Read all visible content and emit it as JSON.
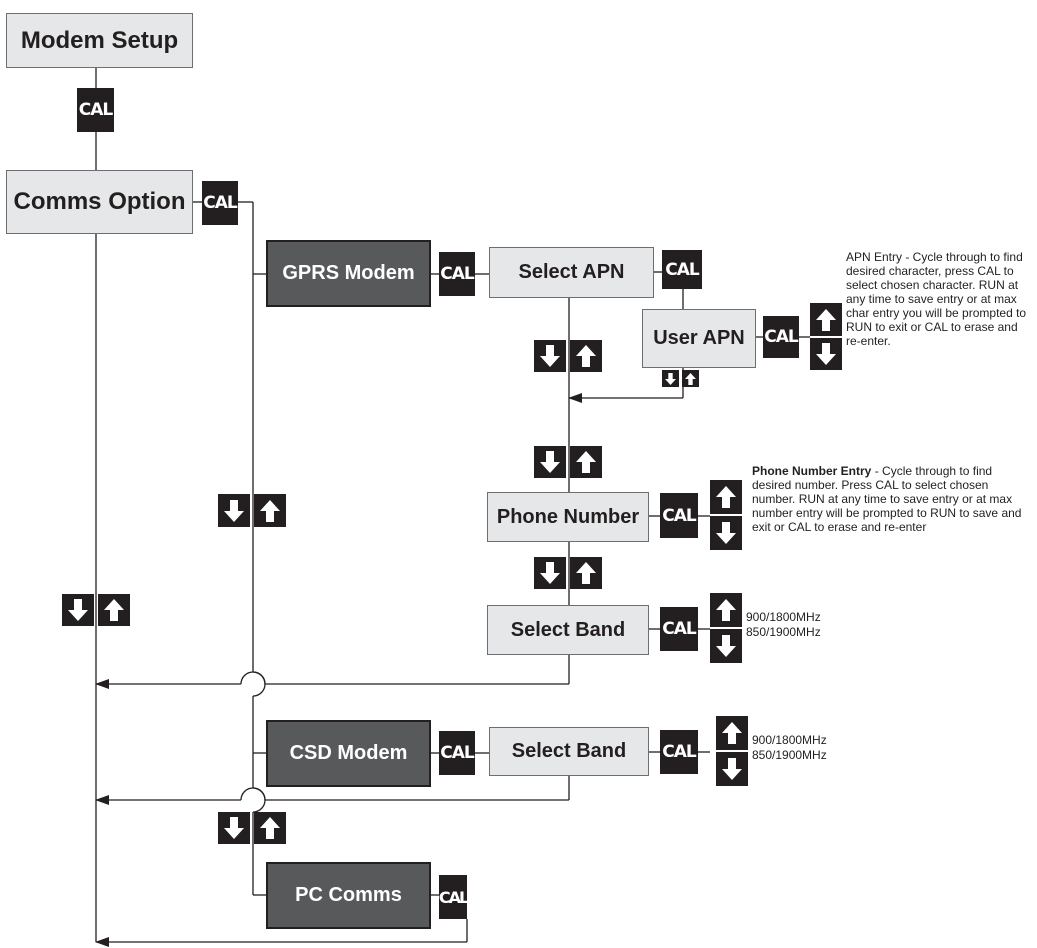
{
  "boxes": {
    "modem_setup": "Modem Setup",
    "comms_option": "Comms Option",
    "gprs_modem": "GPRS Modem",
    "select_apn": "Select APN",
    "user_apn": "User APN",
    "phone_number": "Phone Number",
    "gprs_select_band": "Select Band",
    "csd_modem": "CSD Modem",
    "csd_select_band": "Select Band",
    "pc_comms": "PC Comms"
  },
  "key_label": "CAL",
  "notes": {
    "apn_entry": "APN Entry - Cycle through to find desired character, press CAL to select chosen character. RUN at any time to save entry or at max char entry you will be prompted to RUN to exit or CAL to erase and re-enter.",
    "phone_entry_title": "Phone Number Entry",
    "phone_entry_body": " - Cycle through to find desired number. Press CAL to select chosen number. RUN at any time to save entry or at max number entry will be prompted to RUN to save and exit or CAL to erase and re-enter"
  },
  "bands": {
    "gprs_band_1": "900/1800MHz",
    "gprs_band_2": "850/1900MHz",
    "csd_band_1": "900/1800MHz",
    "csd_band_2": "850/1900MHz"
  },
  "icons": [
    "down-arrow-key-icon",
    "up-arrow-key-icon",
    "cal-key"
  ],
  "colors": {
    "key_fill": "#231f20",
    "light_box_fill": "#e6e7e8",
    "dark_box_fill": "#58595b",
    "line": "#231f20"
  }
}
